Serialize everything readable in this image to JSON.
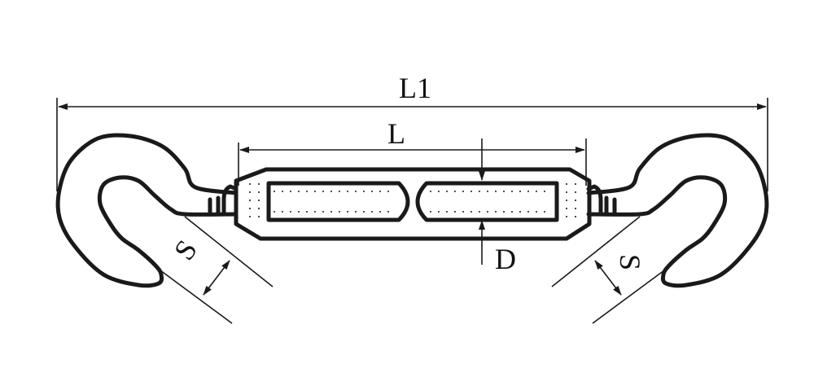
{
  "labels": {
    "overall_length": "L1",
    "body_length": "L",
    "diameter": "D",
    "throat_left": "S",
    "throat_right": "S"
  },
  "colors": {
    "line": "#1a1a1a",
    "background": "#ffffff"
  }
}
